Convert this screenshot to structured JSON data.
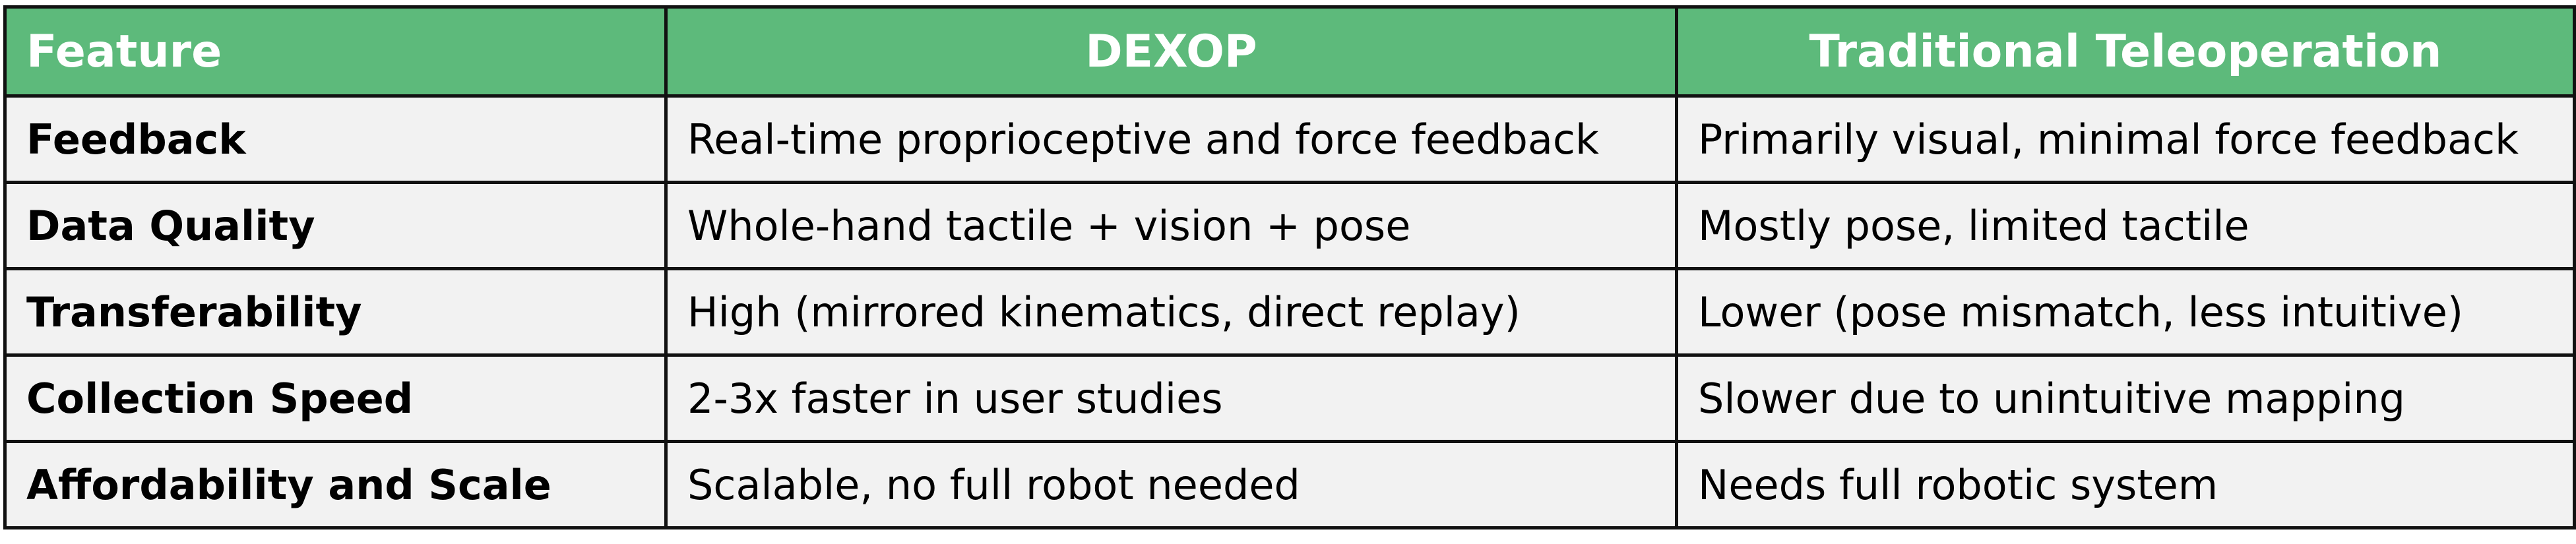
{
  "table": {
    "headers": [
      "Feature",
      "DEXOP",
      "Traditional Teleoperation"
    ],
    "rows": [
      [
        "Feedback",
        "Real-time proprioceptive and force feedback",
        "Primarily visual, minimal force feedback"
      ],
      [
        "Data Quality",
        "Whole-hand tactile + vision + pose",
        "Mostly pose, limited tactile"
      ],
      [
        "Transferability",
        "High (mirrored kinematics, direct replay)",
        "Lower (pose mismatch, less intuitive)"
      ],
      [
        "Collection Speed",
        "2-3x faster in user studies",
        "Slower due to unintuitive mapping"
      ],
      [
        "Affordability and Scale",
        "Scalable, no full robot needed",
        "Needs full robotic system"
      ]
    ]
  },
  "colors": {
    "header_bg": "#5dba7b",
    "header_text": "#ffffff",
    "row_bg": "#f2f2f2",
    "border": "#111111"
  }
}
